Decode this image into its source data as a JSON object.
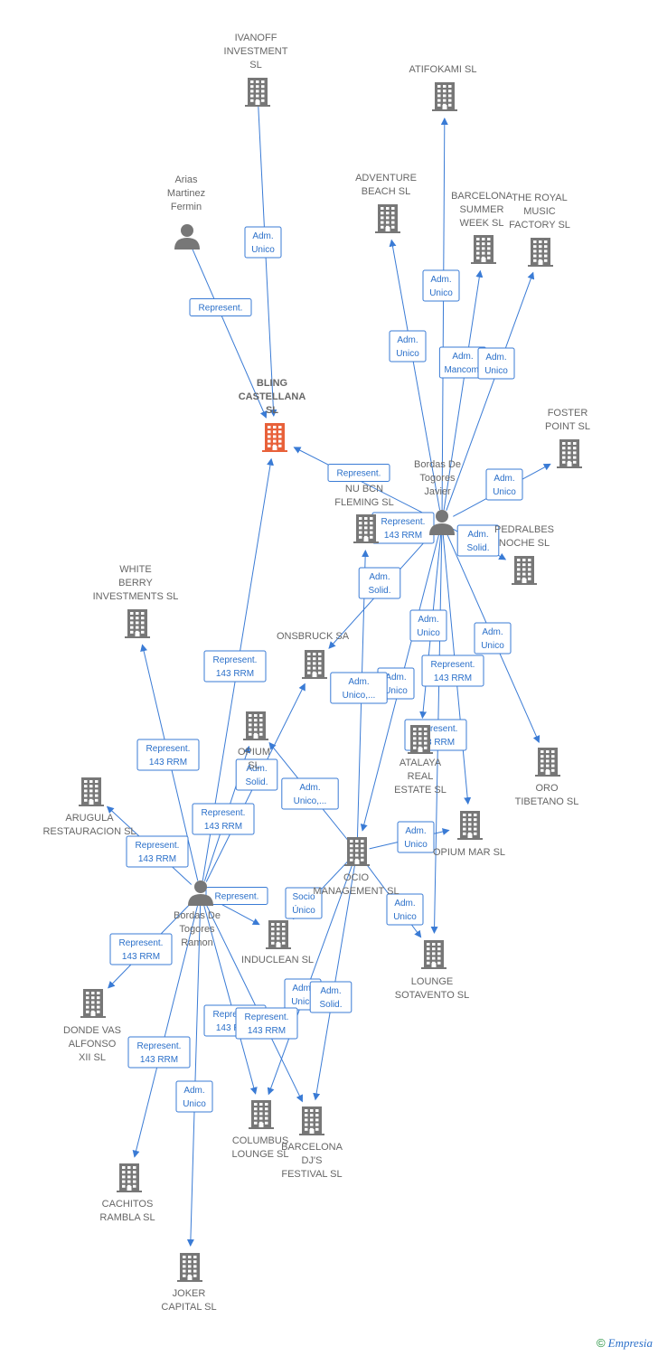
{
  "colors": {
    "company": "#777777",
    "focus": "#e8613a",
    "person": "#777777",
    "edge": "#3a7bd5",
    "label": "#666666"
  },
  "nodes": [
    {
      "id": "ivanoff",
      "type": "company",
      "label": [
        "IVANOFF",
        "INVESTMENT",
        "SL"
      ]
    },
    {
      "id": "atifokami",
      "type": "company",
      "label": [
        "ATIFOKAMI SL"
      ]
    },
    {
      "id": "arias",
      "type": "person",
      "label": [
        "Arias",
        "Martinez",
        "Fermin"
      ]
    },
    {
      "id": "adventure",
      "type": "company",
      "label": [
        "ADVENTURE",
        "BEACH  SL"
      ]
    },
    {
      "id": "bcnsummer",
      "type": "company",
      "label": [
        "BARCELONA",
        "SUMMER",
        "WEEK SL"
      ]
    },
    {
      "id": "royalmusic",
      "type": "company",
      "label": [
        "THE ROYAL",
        "MUSIC",
        "FACTORY SL"
      ]
    },
    {
      "id": "bling",
      "type": "focus",
      "label": [
        "BLING",
        "CASTELLANA",
        "SL"
      ]
    },
    {
      "id": "foster",
      "type": "company",
      "label": [
        "FOSTER",
        "POINT SL"
      ]
    },
    {
      "id": "javier",
      "type": "person",
      "label": [
        "Bordas De",
        "Togores",
        "Javier"
      ]
    },
    {
      "id": "nubcn",
      "type": "company",
      "label": [
        "NU BCN",
        "FLEMING  SL"
      ]
    },
    {
      "id": "pedralbes",
      "type": "company",
      "label": [
        "PEDRALBES",
        "NOCHE SL"
      ]
    },
    {
      "id": "whiteberry",
      "type": "company",
      "label": [
        "WHITE",
        "BERRY",
        "INVESTMENTS SL"
      ]
    },
    {
      "id": "onsbruck",
      "type": "company",
      "label": [
        "ONSBRUCK SA"
      ]
    },
    {
      "id": "opium",
      "type": "company",
      "label": [
        "OPIUM",
        "SL"
      ]
    },
    {
      "id": "atalaya",
      "type": "company",
      "label": [
        "ATALAYA",
        "REAL",
        "ESTATE  SL"
      ]
    },
    {
      "id": "oro",
      "type": "company",
      "label": [
        "ORO",
        "TIBETANO  SL"
      ]
    },
    {
      "id": "arugula",
      "type": "company",
      "label": [
        "ARUGULA",
        "RESTAURACION SL"
      ]
    },
    {
      "id": "opiummar",
      "type": "company",
      "label": [
        "OPIUM MAR SL"
      ]
    },
    {
      "id": "ocio",
      "type": "company",
      "label": [
        "OCIO",
        "MANAGEMENT SL"
      ]
    },
    {
      "id": "ramon",
      "type": "person",
      "label": [
        "Bordas De",
        "Togores",
        "Ramon"
      ]
    },
    {
      "id": "induclean",
      "type": "company",
      "label": [
        "INDUCLEAN  SL"
      ]
    },
    {
      "id": "lounge",
      "type": "company",
      "label": [
        "LOUNGE",
        "SOTAVENTO SL"
      ]
    },
    {
      "id": "dondevas",
      "type": "company",
      "label": [
        "DONDE VAS",
        "ALFONSO",
        "XII SL"
      ]
    },
    {
      "id": "columbus",
      "type": "company",
      "label": [
        "COLUMBUS",
        "LOUNGE  SL"
      ]
    },
    {
      "id": "bcndjs",
      "type": "company",
      "label": [
        "BARCELONA",
        "DJ'S",
        "FESTIVAL SL"
      ]
    },
    {
      "id": "cachitos",
      "type": "company",
      "label": [
        "CACHITOS",
        "RAMBLA SL"
      ]
    },
    {
      "id": "joker",
      "type": "company",
      "label": [
        "JOKER",
        "CAPITAL  SL"
      ]
    }
  ],
  "edges": [
    {
      "id": "e1",
      "from": "ivanoff",
      "to": "bling",
      "label": [
        "Adm.",
        "Unico"
      ]
    },
    {
      "id": "e2",
      "from": "arias",
      "to": "bling",
      "label": [
        "Represent."
      ]
    },
    {
      "id": "e3",
      "from": "javier",
      "to": "atifokami",
      "label": [
        "Adm.",
        "Unico"
      ]
    },
    {
      "id": "e4",
      "from": "javier",
      "to": "adventure",
      "label": [
        "Adm.",
        "Unico"
      ]
    },
    {
      "id": "e5",
      "from": "javier",
      "to": "bcnsummer",
      "label": [
        "Adm.",
        "Mancom."
      ]
    },
    {
      "id": "e6",
      "from": "javier",
      "to": "royalmusic",
      "label": [
        "Adm.",
        "Unico"
      ]
    },
    {
      "id": "e7",
      "from": "javier",
      "to": "bling",
      "label": [
        "Represent."
      ]
    },
    {
      "id": "e8",
      "from": "javier",
      "to": "foster",
      "label": [
        "Adm.",
        "Unico"
      ]
    },
    {
      "id": "e9",
      "from": "javier",
      "to": "nubcn",
      "label": [
        "Represent.",
        "143 RRM"
      ]
    },
    {
      "id": "e10",
      "from": "javier",
      "to": "pedralbes",
      "label": [
        "Adm.",
        "Solid."
      ]
    },
    {
      "id": "e11",
      "from": "javier",
      "to": "onsbruck",
      "label": [
        "Adm.",
        "Solid."
      ]
    },
    {
      "id": "e12",
      "from": "javier",
      "to": "atalaya",
      "label": [
        "Adm.",
        "Unico"
      ]
    },
    {
      "id": "e13",
      "from": "javier",
      "to": "oro",
      "label": [
        "Adm.",
        "Unico"
      ]
    },
    {
      "id": "e14",
      "from": "javier",
      "to": "opiummar",
      "label": [
        "Represent.",
        "143 RRM"
      ]
    },
    {
      "id": "e15",
      "from": "javier",
      "to": "lounge",
      "label": [
        "Represent.",
        "143 RRM"
      ]
    },
    {
      "id": "e16",
      "from": "javier",
      "to": "ocio",
      "label": [
        "Adm.",
        "Unico"
      ]
    },
    {
      "id": "e17",
      "from": "ocio",
      "to": "nubcn",
      "label": [
        "Adm.",
        "Unico,..."
      ]
    },
    {
      "id": "e18",
      "from": "ocio",
      "to": "opium",
      "label": [
        "Adm.",
        "Unico,..."
      ]
    },
    {
      "id": "e19",
      "from": "ocio",
      "to": "lounge",
      "label": [
        "Adm.",
        "Unico"
      ]
    },
    {
      "id": "e20",
      "from": "ocio",
      "to": "opiummar",
      "label": [
        "Adm.",
        "Unico"
      ]
    },
    {
      "id": "e21",
      "from": "ocio",
      "to": "induclean",
      "label": [
        "Socio",
        "Único"
      ]
    },
    {
      "id": "e22",
      "from": "ocio",
      "to": "columbus",
      "label": [
        "Adm.",
        "Unico"
      ]
    },
    {
      "id": "e23",
      "from": "ocio",
      "to": "bcndjs",
      "label": [
        "Adm.",
        "Solid."
      ]
    },
    {
      "id": "e24",
      "from": "ramon",
      "to": "bling",
      "label": [
        "Represent.",
        "143 RRM"
      ]
    },
    {
      "id": "e25",
      "from": "ramon",
      "to": "whiteberry",
      "label": [
        "Represent.",
        "143 RRM"
      ]
    },
    {
      "id": "e26",
      "from": "ramon",
      "to": "onsbruck",
      "label": [
        "Adm.",
        "Solid."
      ]
    },
    {
      "id": "e27",
      "from": "ramon",
      "to": "opium",
      "label": [
        "Represent.",
        "143 RRM"
      ]
    },
    {
      "id": "e28",
      "from": "ramon",
      "to": "arugula",
      "label": [
        "Represent.",
        "143 RRM"
      ]
    },
    {
      "id": "e29",
      "from": "ramon",
      "to": "induclean",
      "label": [
        "Represent."
      ]
    },
    {
      "id": "e30",
      "from": "ramon",
      "to": "dondevas",
      "label": [
        "Represent.",
        "143 RRM"
      ]
    },
    {
      "id": "e31",
      "from": "ramon",
      "to": "columbus",
      "label": [
        "Represent.",
        "143 RRM"
      ]
    },
    {
      "id": "e32",
      "from": "ramon",
      "to": "bcndjs",
      "label": [
        "Represent.",
        "143 RRM"
      ]
    },
    {
      "id": "e33",
      "from": "ramon",
      "to": "cachitos",
      "label": [
        "Represent.",
        "143 RRM"
      ]
    },
    {
      "id": "e34",
      "from": "ramon",
      "to": "joker",
      "label": [
        "Adm.",
        "Unico"
      ]
    }
  ],
  "footer": {
    "copyright": "©",
    "brand": "Empresia"
  }
}
